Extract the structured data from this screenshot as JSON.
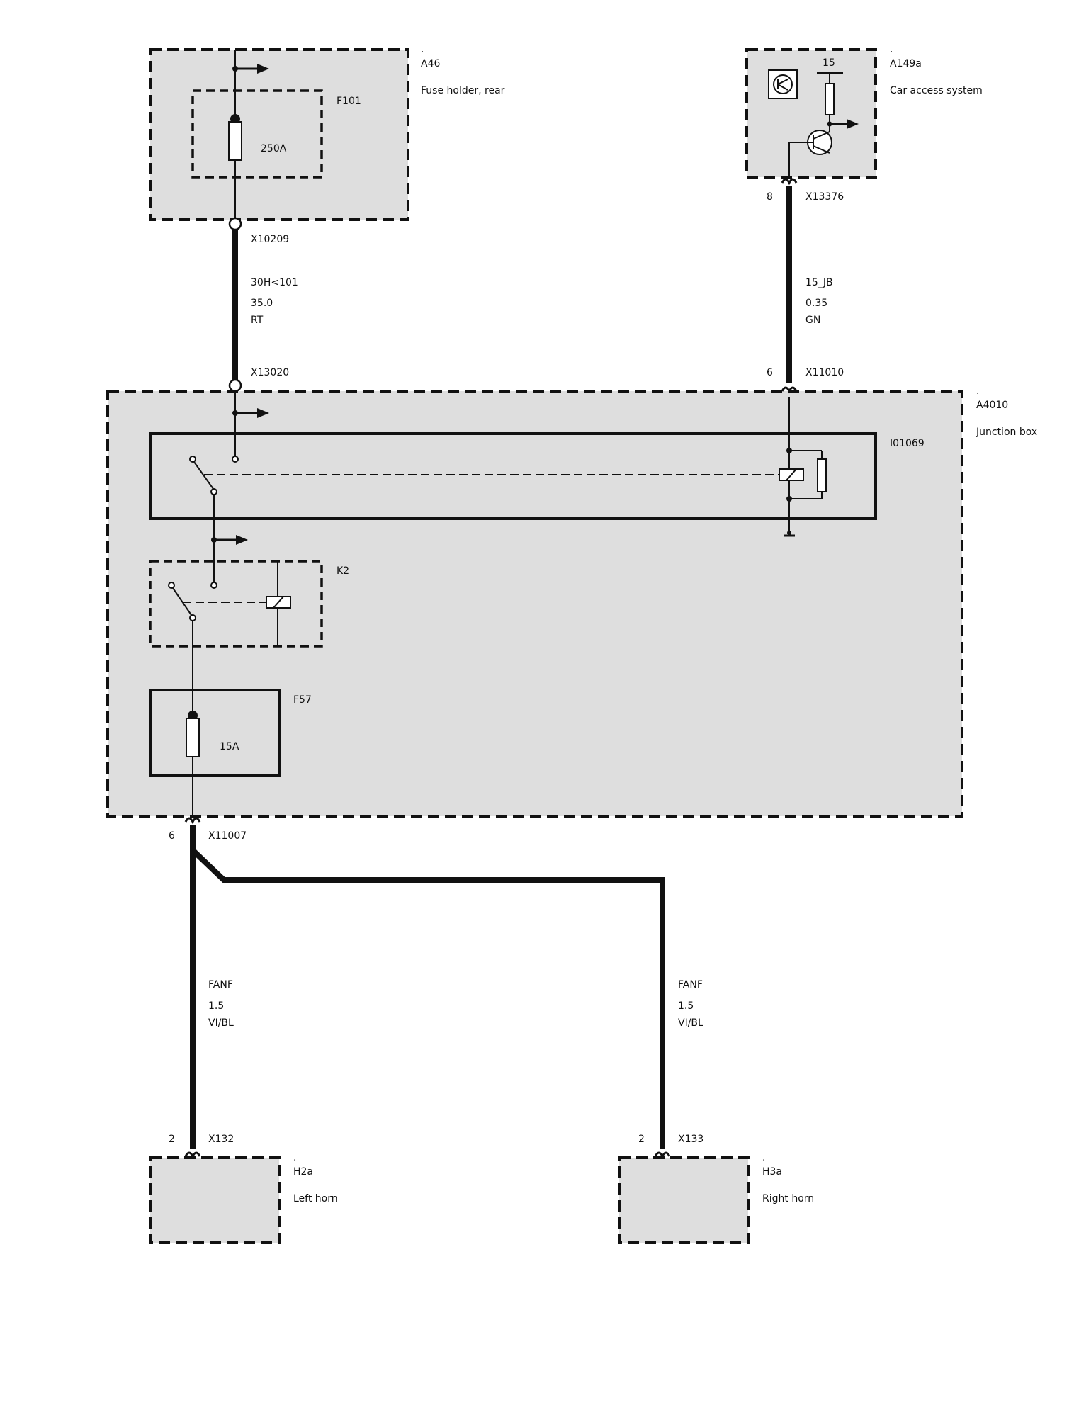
{
  "components": {
    "a46": {
      "marker": ".",
      "id": "A46",
      "name": "Fuse holder, rear"
    },
    "f101": {
      "id": "F101",
      "rating": "250A"
    },
    "a149a": {
      "marker": ".",
      "id": "A149a",
      "name": "Car access system",
      "terminal": "15"
    },
    "a4010": {
      "marker": ".",
      "id": "A4010",
      "name": "Junction box"
    },
    "i01069": {
      "id": "I01069"
    },
    "k2": {
      "id": "K2"
    },
    "f57": {
      "id": "F57",
      "rating": "15A"
    },
    "h2a": {
      "marker": ".",
      "id": "H2a",
      "name": "Left horn"
    },
    "h3a": {
      "marker": ".",
      "id": "H3a",
      "name": "Right horn"
    }
  },
  "connectors": {
    "x10209": {
      "id": "X10209"
    },
    "x13020": {
      "id": "X13020"
    },
    "x13376": {
      "id": "X13376",
      "pin": "8"
    },
    "x11010": {
      "id": "X11010",
      "pin": "6"
    },
    "x11007": {
      "id": "X11007",
      "pin": "6"
    },
    "x132": {
      "id": "X132",
      "pin": "2"
    },
    "x133": {
      "id": "X133",
      "pin": "2"
    }
  },
  "wires": {
    "main_supply": {
      "circuit": "30H<101",
      "gauge": "35.0",
      "color": "RT"
    },
    "terminal_15": {
      "circuit": "15_JB",
      "gauge": "0.35",
      "color": "GN"
    },
    "left_horn": {
      "circuit": "FANF",
      "gauge": "1.5",
      "color": "VI/BL"
    },
    "right_horn": {
      "circuit": "FANF",
      "gauge": "1.5",
      "color": "VI/BL"
    }
  }
}
